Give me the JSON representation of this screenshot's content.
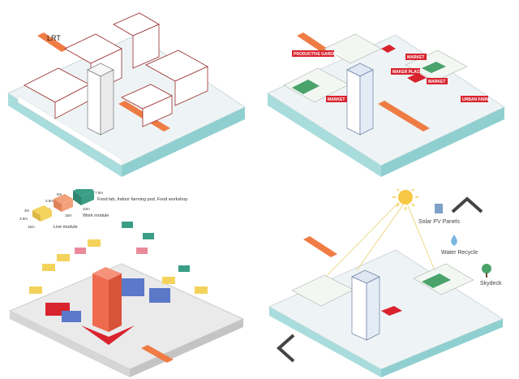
{
  "panels": {
    "structure": {
      "lrt_label": "LRT"
    },
    "programs": {
      "tags": [
        "PRODUCTIVE GARDEN",
        "MARKET",
        "MAKER PLACE",
        "MARKET",
        "MARKET",
        "URBAN FARM"
      ]
    },
    "modules": {
      "work_module": {
        "label": "Work module",
        "note": "Food lab, Indoor farming pod, Food workshop",
        "dims": [
          "7.5m",
          "10m",
          "3.5m",
          "6m",
          "5m",
          "15m"
        ]
      },
      "live_module": {
        "label": "Live module",
        "dims": [
          "3m",
          "3.5m",
          "15m"
        ]
      }
    },
    "systems": {
      "items": [
        "Solar PV Panels",
        "Water Recycle",
        "Skydeck"
      ]
    }
  },
  "colors": {
    "water": "#a9dcdc",
    "structure_line": "#9a2a2a",
    "lrt": "#ef7c45",
    "program_red": "#d9232e",
    "green_roof": "#4aa36b",
    "work_module": "#3a9e86",
    "live_module": "#f3d35c",
    "tower": "#ef6a4f",
    "blue_block": "#5b78c9",
    "pink_block": "#e9899a",
    "sun": "#f6c744"
  }
}
